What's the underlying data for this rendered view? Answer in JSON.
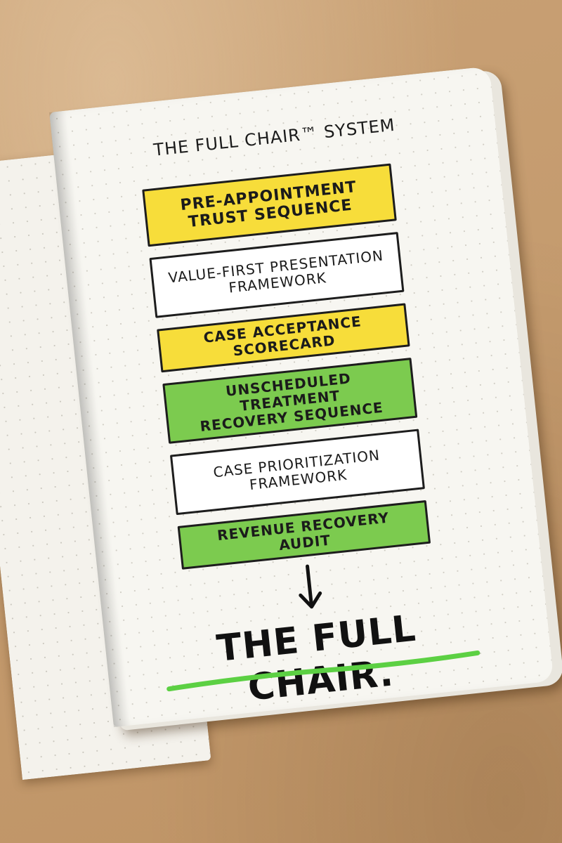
{
  "notebook": {
    "title": "THE FULL CHAIR™ SYSTEM",
    "steps": [
      {
        "lines": "PRE-APPOINTMENT\nTRUST SEQUENCE",
        "highlight": "yellow"
      },
      {
        "lines": "VALUE-FIRST PRESENTATION\nFRAMEWORK",
        "highlight": "none"
      },
      {
        "lines": "CASE ACCEPTANCE SCORECARD",
        "highlight": "yellow"
      },
      {
        "lines": "UNSCHEDULED TREATMENT\nRECOVERY SEQUENCE",
        "highlight": "green"
      },
      {
        "lines": "CASE PRIORITIZATION\nFRAMEWORK",
        "highlight": "none"
      },
      {
        "lines": "REVENUE RECOVERY AUDIT",
        "highlight": "green"
      }
    ],
    "tagline": "THE FULL CHAIR.",
    "arrow_icon": "arrow-down-icon"
  },
  "colors": {
    "yellow_highlight": "#f7dd3a",
    "green_highlight": "#7ccb4f",
    "ink": "#1b1b1b",
    "paper": "#f7f6f1",
    "background": "#c49a6c"
  }
}
